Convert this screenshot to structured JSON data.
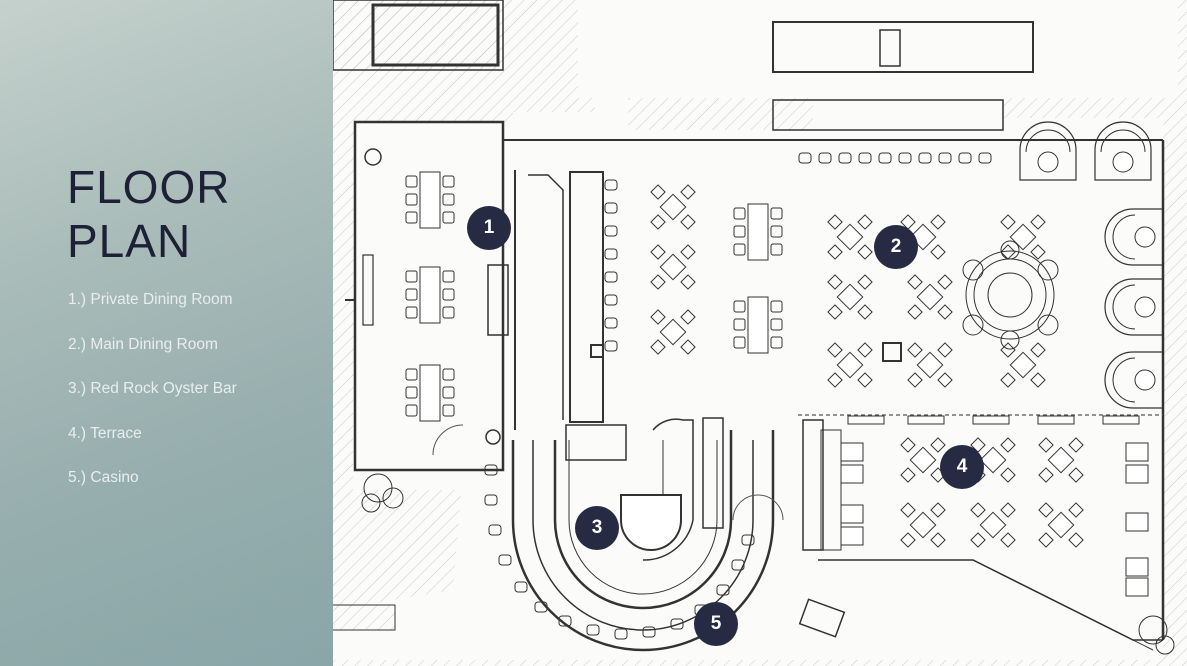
{
  "sidebar": {
    "title_line1": "FLOOR",
    "title_line2": "PLAN",
    "legend": [
      "1.) Private Dining Room",
      "2.) Main Dining Room",
      "3.) Red Rock Oyster Bar",
      "4.) Terrace",
      "5.) Casino"
    ]
  },
  "markers": [
    "1",
    "2",
    "3",
    "4",
    "5"
  ],
  "colors": {
    "sidebar_gradient_start": "#c5d1cd",
    "sidebar_gradient_end": "#8aa6a8",
    "title": "#1d2036",
    "legend_text": "#e9eeed",
    "marker_fill": "#262a42",
    "plan_line": "#3a3a3a"
  }
}
